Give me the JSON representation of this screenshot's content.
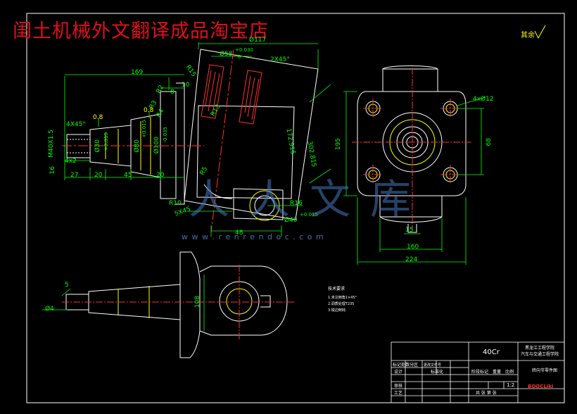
{
  "watermark_shop": "闺土机械外文翻译成品淘宝店",
  "roughness_note": "其余",
  "dims": {
    "d169": "169",
    "d117": "Ø117",
    "d58": "Ø58",
    "tol58": "+0.030",
    "tol58b": "0",
    "chamfer_top": "2X45°",
    "r15_top": "R15",
    "d10": "10",
    "d8": "8",
    "r2": "R2",
    "r3": "R3",
    "r4": "R4",
    "r13": "R13",
    "r5": "R5",
    "chamfer_left": "4X45°",
    "m40": "M40X1.5",
    "d30": "Ø30",
    "d80": "Ø80",
    "d100": "Ø100",
    "tol_a": "+0.015",
    "tol_b": "+0.015",
    "tol_c": "-0.035",
    "r08_a": "0.8",
    "r08_b": "0.8",
    "d4x2": "4x2",
    "d16": "16",
    "d27": "27",
    "d20a": "20",
    "d45": "45",
    "d20b": "20",
    "d172": "172.915",
    "d302": "302.815",
    "r10": "R10",
    "r16": "R16",
    "d40": "Ø40",
    "tol40": "+0.015",
    "d5x45": "5X45",
    "d48": "48",
    "d4x12": "4xØ12",
    "d195": "195",
    "d68": "68",
    "d15": "15",
    "d160": "160",
    "d224": "224",
    "d5": "5",
    "d4small": "Ø4",
    "d108": "108"
  },
  "notes": {
    "title": "技术要求",
    "items": [
      "1.未注倒角1×45°",
      "2.调质处理T235",
      "3.锐边倒钝"
    ]
  },
  "watermark": {
    "logo": "人人文库",
    "url": "w w w . r e n r e n d o c . c o m"
  },
  "title_block": {
    "material": "40Cr",
    "school": "黑龙江工程学院",
    "dept": "汽车与交通工程学院",
    "part_name": "转向节零件图",
    "mark_row": "标记处数分区",
    "change_doc": "更改文件号",
    "design": "设计",
    "standardize": "标准化",
    "stage_mark": "阶段标记",
    "weight": "重量",
    "scale_label": "比例",
    "scale": "1:2",
    "review": "审核",
    "process": "工艺",
    "sheet": "共 张 第 张",
    "logo": "BOOCLiki"
  }
}
